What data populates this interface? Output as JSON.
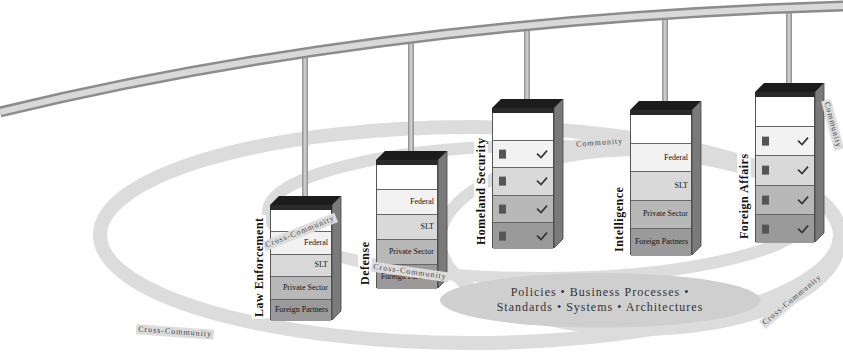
{
  "diagram": {
    "nodes": [
      {
        "text": [
          "Law Enforcement"
        ]
      },
      {
        "text": [
          "Federal"
        ],
        "in": 0
      },
      {
        "text": [
          "SLT"
        ],
        "in": 0
      },
      {
        "text": [
          "Private Sector"
        ],
        "in": 0
      },
      {
        "text": [
          "Foreign Partners"
        ],
        "in": 0
      },
      {
        "text": [
          "Defense"
        ]
      },
      {
        "text": [
          "Federal"
        ],
        "in": 5
      },
      {
        "text": [
          "SLT"
        ],
        "in": 5
      },
      {
        "text": [
          "Private Sector"
        ],
        "in": 5
      },
      {
        "text": [
          "Foreign Partners"
        ],
        "in": 5
      },
      {
        "text": [
          "Homeland Security"
        ]
      },
      {
        "text": [
          "Intelligence"
        ]
      },
      {
        "text": [
          "Federal"
        ],
        "in": 11
      },
      {
        "text": [
          "SLT"
        ],
        "in": 11
      },
      {
        "text": [
          "Private Sector"
        ],
        "in": 11
      },
      {
        "text": [
          "Foreign Partners"
        ],
        "in": 11
      },
      {
        "text": [
          "Foreign Affairs"
        ]
      },
      {
        "text": [
          "Policies • Business Processes • Standards • Systems • Architectures"
        ]
      }
    ],
    "labels": [
      "Cross-Community",
      "Community",
      "Cross-Community",
      "Cross-Community",
      "Community",
      "Cross-Community"
    ]
  }
}
